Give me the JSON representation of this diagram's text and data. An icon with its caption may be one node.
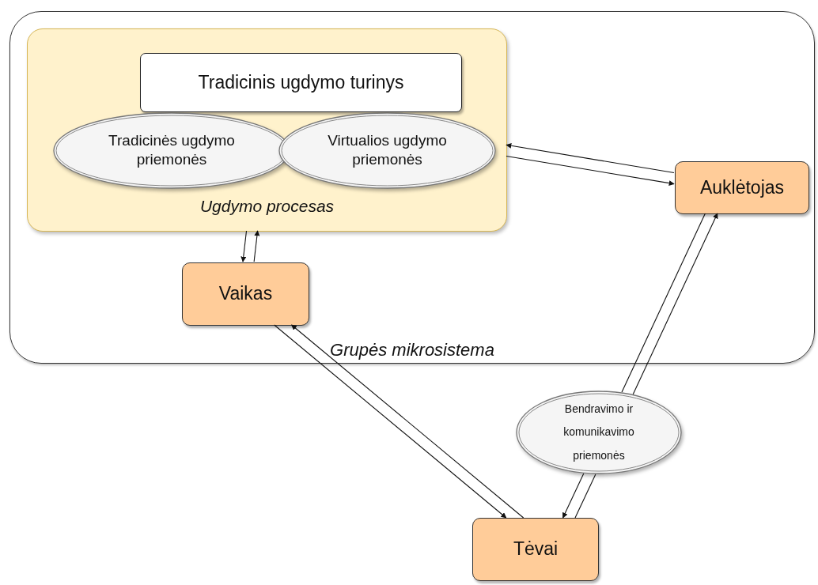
{
  "diagram": {
    "nodes": [
      {
        "text": [
          "Grupės mikrosistema"
        ]
      },
      {
        "text": [
          "Ugdymo procesas"
        ],
        "in": 0
      },
      {
        "text": [
          "Tradicinis ugdymo turinys"
        ],
        "in": 1
      },
      {
        "text": [
          "Tradicinės ugdymo priemonės"
        ],
        "in": 1
      },
      {
        "text": [
          "Virtualios ugdymo priemonės"
        ],
        "in": 1
      },
      {
        "text": [
          "Auklėtojas"
        ],
        "in": 0
      },
      {
        "text": [
          "Vaikas"
        ],
        "in": 0
      },
      {
        "text": [
          "Bendravimo ir komunikavimo priemonės"
        ]
      },
      {
        "text": [
          "Tėvai"
        ]
      }
    ],
    "edges": [
      {
        "from": 5,
        "to": 1,
        "arrow": "to"
      },
      {
        "from": 1,
        "to": 5,
        "arrow": "to"
      },
      {
        "from": 6,
        "to": 1,
        "arrow": "to"
      },
      {
        "from": 1,
        "to": 6,
        "arrow": "to"
      },
      {
        "from": 6,
        "to": 8,
        "arrow": "to"
      },
      {
        "from": 8,
        "to": 6,
        "arrow": "to"
      },
      {
        "from": 8,
        "to": 7,
        "arrow": "none"
      },
      {
        "from": 7,
        "to": 5,
        "arrow": "to"
      },
      {
        "from": 5,
        "to": 7,
        "arrow": "none"
      },
      {
        "from": 7,
        "to": 8,
        "arrow": "to"
      }
    ]
  }
}
